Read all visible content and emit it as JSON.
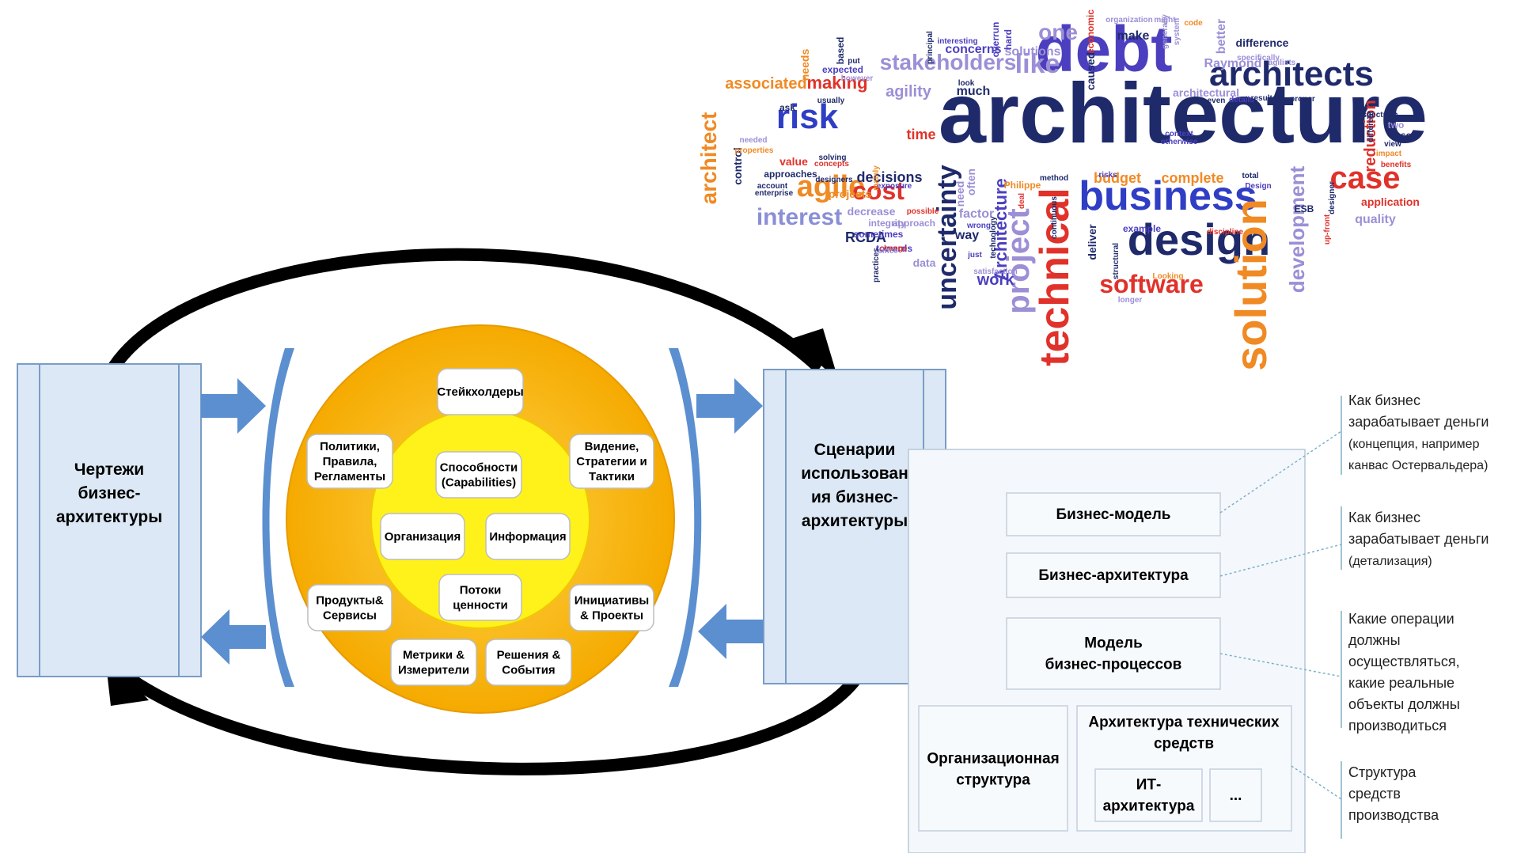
{
  "word_cloud": {
    "words": [
      {
        "t": "architecture",
        "c": "#1f2a6b"
      },
      {
        "t": "debt",
        "c": "#4b3fbf"
      },
      {
        "t": "architects",
        "c": "#1f2a6b"
      },
      {
        "t": "business",
        "c": "#2f3ec4"
      },
      {
        "t": "design",
        "c": "#1f2a6b"
      },
      {
        "t": "solution",
        "c": "#f08a24"
      },
      {
        "t": "technical",
        "c": "#e0322a"
      },
      {
        "t": "software",
        "c": "#e0322a"
      },
      {
        "t": "case",
        "c": "#e0322a"
      },
      {
        "t": "risk",
        "c": "#2f3ec4"
      },
      {
        "t": "agile",
        "c": "#f08a24"
      },
      {
        "t": "cost",
        "c": "#e0322a"
      },
      {
        "t": "interest",
        "c": "#8a8fd6"
      },
      {
        "t": "project",
        "c": "#9c8fd6"
      },
      {
        "t": "uncertainty",
        "c": "#1f2a6b"
      },
      {
        "t": "development",
        "c": "#9c8fd6"
      },
      {
        "t": "architect",
        "c": "#f08a24"
      },
      {
        "t": "stakeholders",
        "c": "#9c8fd6"
      },
      {
        "t": "like",
        "c": "#9c8fd6"
      },
      {
        "t": "one",
        "c": "#9c8fd6"
      },
      {
        "t": "associated",
        "c": "#f08a24"
      },
      {
        "t": "making",
        "c": "#e0322a"
      },
      {
        "t": "reduction",
        "c": "#e0322a"
      },
      {
        "t": "time",
        "c": "#e0322a"
      },
      {
        "t": "decisions",
        "c": "#1f2a6b"
      },
      {
        "t": "complete",
        "c": "#f08a24"
      },
      {
        "t": "budget",
        "c": "#f08a24"
      },
      {
        "t": "work",
        "c": "#4b3fbf"
      },
      {
        "t": "Architecture",
        "c": "#4b3fbf"
      },
      {
        "t": "application",
        "c": "#e0322a"
      },
      {
        "t": "quality",
        "c": "#9c8fd6"
      },
      {
        "t": "agility",
        "c": "#9c8fd6"
      },
      {
        "t": "much",
        "c": "#1f2a6b"
      },
      {
        "t": "concerns",
        "c": "#4b3fbf"
      },
      {
        "t": "solutions",
        "c": "#9c8fd6"
      },
      {
        "t": "make",
        "c": "#1f2a6b"
      },
      {
        "t": "better",
        "c": "#9c8fd6"
      },
      {
        "t": "difference",
        "c": "#1f2a6b"
      },
      {
        "t": "Raymond",
        "c": "#9c8fd6"
      },
      {
        "t": "architectural",
        "c": "#9c8fd6"
      },
      {
        "t": "value",
        "c": "#e0322a"
      },
      {
        "t": "approaches",
        "c": "#1f2a6b"
      },
      {
        "t": "projects",
        "c": "#f08a24"
      },
      {
        "t": "decrease",
        "c": "#9c8fd6"
      },
      {
        "t": "RCDA",
        "c": "#1f2a6b"
      },
      {
        "t": "sometimes",
        "c": "#4b3fbf"
      },
      {
        "t": "towards",
        "c": "#4b3fbf"
      },
      {
        "t": "data",
        "c": "#9c8fd6"
      },
      {
        "t": "way",
        "c": "#1f2a6b"
      },
      {
        "t": "factor",
        "c": "#9c8fd6"
      },
      {
        "t": "deliver",
        "c": "#1f2a6b"
      },
      {
        "t": "example",
        "c": "#4b3fbf"
      },
      {
        "t": "ESB",
        "c": "#1f2a6b"
      },
      {
        "t": "expected",
        "c": "#4b3fbf"
      },
      {
        "t": "needs",
        "c": "#f08a24"
      },
      {
        "t": "control",
        "c": "#1f2a6b"
      },
      {
        "t": "integrity",
        "c": "#9c8fd6"
      },
      {
        "t": "approach",
        "c": "#9c8fd6"
      },
      {
        "t": "economic",
        "c": "#e0322a"
      },
      {
        "t": "caused",
        "c": "#1f2a6b"
      },
      {
        "t": "often",
        "c": "#9c8fd6"
      },
      {
        "t": "need",
        "c": "#9c8fd6"
      },
      {
        "t": "interesting",
        "c": "#4b3fbf"
      },
      {
        "t": "overrun",
        "c": "#4b3fbf"
      },
      {
        "t": "hard",
        "c": "#4b3fbf"
      },
      {
        "t": "based",
        "c": "#1f2a6b"
      },
      {
        "t": "put",
        "c": "#1f2a6b"
      },
      {
        "t": "ask",
        "c": "#1f2a6b"
      },
      {
        "t": "enterprise",
        "c": "#1f2a6b"
      },
      {
        "t": "account",
        "c": "#1f2a6b"
      },
      {
        "t": "designers",
        "c": "#1f2a6b"
      },
      {
        "t": "method",
        "c": "#1f2a6b"
      },
      {
        "t": "Philippe",
        "c": "#f08a24"
      },
      {
        "t": "risks",
        "c": "#4b3fbf"
      },
      {
        "t": "total",
        "c": "#1f2a6b"
      },
      {
        "t": "Design",
        "c": "#4b3fbf"
      },
      {
        "t": "spectrum",
        "c": "#1f2a6b"
      },
      {
        "t": "two",
        "c": "#9c8fd6"
      },
      {
        "t": "use",
        "c": "#1f2a6b"
      },
      {
        "t": "impact",
        "c": "#f08a24"
      },
      {
        "t": "benefits",
        "c": "#e0322a"
      },
      {
        "t": "context",
        "c": "#4b3fbf"
      },
      {
        "t": "otherwise",
        "c": "#4b3fbf"
      },
      {
        "t": "discipline",
        "c": "#e0322a"
      },
      {
        "t": "Looking",
        "c": "#f08a24"
      },
      {
        "t": "structural",
        "c": "#1f2a6b"
      },
      {
        "t": "longer",
        "c": "#9c8fd6"
      },
      {
        "t": "satisfaction",
        "c": "#9c8fd6"
      },
      {
        "t": "wrong",
        "c": "#4b3fbf"
      },
      {
        "t": "just",
        "c": "#4b3fbf"
      },
      {
        "t": "possible",
        "c": "#e0322a"
      },
      {
        "t": "exposure",
        "c": "#4b3fbf"
      },
      {
        "t": "change",
        "c": "#e0322a"
      },
      {
        "t": "since",
        "c": "#9c8fd6"
      },
      {
        "t": "practices",
        "c": "#1f2a6b"
      },
      {
        "t": "needed",
        "c": "#9c8fd6"
      },
      {
        "t": "properties",
        "c": "#f08a24"
      },
      {
        "t": "however",
        "c": "#9c8fd6"
      },
      {
        "t": "look",
        "c": "#1f2a6b"
      },
      {
        "t": "principal",
        "c": "#1f2a6b"
      },
      {
        "t": "organization",
        "c": "#9c8fd6"
      },
      {
        "t": "might",
        "c": "#9c8fd6"
      },
      {
        "t": "code",
        "c": "#f08a24"
      },
      {
        "t": "generally",
        "c": "#9c8fd6"
      },
      {
        "t": "system",
        "c": "#9c8fd6"
      },
      {
        "t": "specifically",
        "c": "#9c8fd6"
      },
      {
        "t": "agilists",
        "c": "#9c8fd6"
      },
      {
        "t": "even",
        "c": "#1f2a6b"
      },
      {
        "t": "details",
        "c": "#4b3fbf"
      },
      {
        "t": "results",
        "c": "#1f2a6b"
      },
      {
        "t": "proper",
        "c": "#1f2a6b"
      },
      {
        "t": "different",
        "c": "#1f2a6b"
      },
      {
        "t": "view",
        "c": "#1f2a6b"
      },
      {
        "t": "up-front",
        "c": "#e0322a"
      },
      {
        "t": "designer",
        "c": "#1f2a6b"
      },
      {
        "t": "continuous",
        "c": "#1f2a6b"
      },
      {
        "t": "technology",
        "c": "#1f2a6b"
      },
      {
        "t": "deal",
        "c": "#e0322a"
      },
      {
        "t": "mainly",
        "c": "#f08a24"
      },
      {
        "t": "concepts",
        "c": "#e0322a"
      },
      {
        "t": "usually",
        "c": "#1f2a6b"
      },
      {
        "t": "solving",
        "c": "#1f2a6b"
      }
    ]
  },
  "left_block": {
    "label_lines": [
      "Чертежи",
      "бизнес-",
      "архитектуры"
    ]
  },
  "right_block": {
    "label_lines": [
      "Сценарии",
      "использован",
      "ия бизнес-",
      "архитектуры"
    ]
  },
  "circle": {
    "outer_items": [
      {
        "lines": [
          "Стейкхолдеры"
        ]
      },
      {
        "lines": [
          "Политики,",
          "Правила,",
          "Регламенты"
        ]
      },
      {
        "lines": [
          "Видение,",
          "Стратегии и",
          "Тактики"
        ]
      },
      {
        "lines": [
          "Продукты&",
          "Сервисы"
        ]
      },
      {
        "lines": [
          "Инициативы",
          "& Проекты"
        ]
      },
      {
        "lines": [
          "Метрики &",
          "Измерители"
        ]
      },
      {
        "lines": [
          "Решения &",
          "События"
        ]
      }
    ],
    "inner_items": [
      {
        "lines": [
          "Способности",
          "(Capabilities)"
        ]
      },
      {
        "lines": [
          "Организация"
        ]
      },
      {
        "lines": [
          "Информация"
        ]
      },
      {
        "lines": [
          "Потоки",
          "ценности"
        ]
      }
    ]
  },
  "enterprise": {
    "title": "Архитектура предприятия",
    "business_model": [
      "Бизнес-модель"
    ],
    "business_arch": [
      "Бизнес-архитектура"
    ],
    "process_model": [
      "Модель",
      "бизнес-процессов"
    ],
    "org_structure": [
      "Организационная",
      "структура"
    ],
    "tech_arch": [
      "Архитектура технических",
      "средств"
    ],
    "it_arch": [
      "ИТ-",
      "архитектура"
    ],
    "more": [
      "..."
    ]
  },
  "notes": [
    {
      "lines": [
        "Как бизнес",
        "зарабатывает деньги",
        "(концепция, например",
        "канвас Остервальдера)"
      ]
    },
    {
      "lines": [
        "Как бизнес",
        "зарабатывает деньги",
        "(детализация)"
      ]
    },
    {
      "lines": [
        "Какие операции",
        "должны",
        "осуществляться,",
        "какие реальные",
        "объекты должны",
        "производиться"
      ]
    },
    {
      "lines": [
        "Структура",
        "средств",
        "производства"
      ]
    }
  ],
  "colors": {
    "block_fill": "#dce8f5",
    "block_stroke": "#7a9cc6",
    "arrow_blue": "#5b8fd0",
    "outer_ring": "#f7b500",
    "inner_ring": "#fff21a",
    "note_line": "#7fb0c9"
  }
}
